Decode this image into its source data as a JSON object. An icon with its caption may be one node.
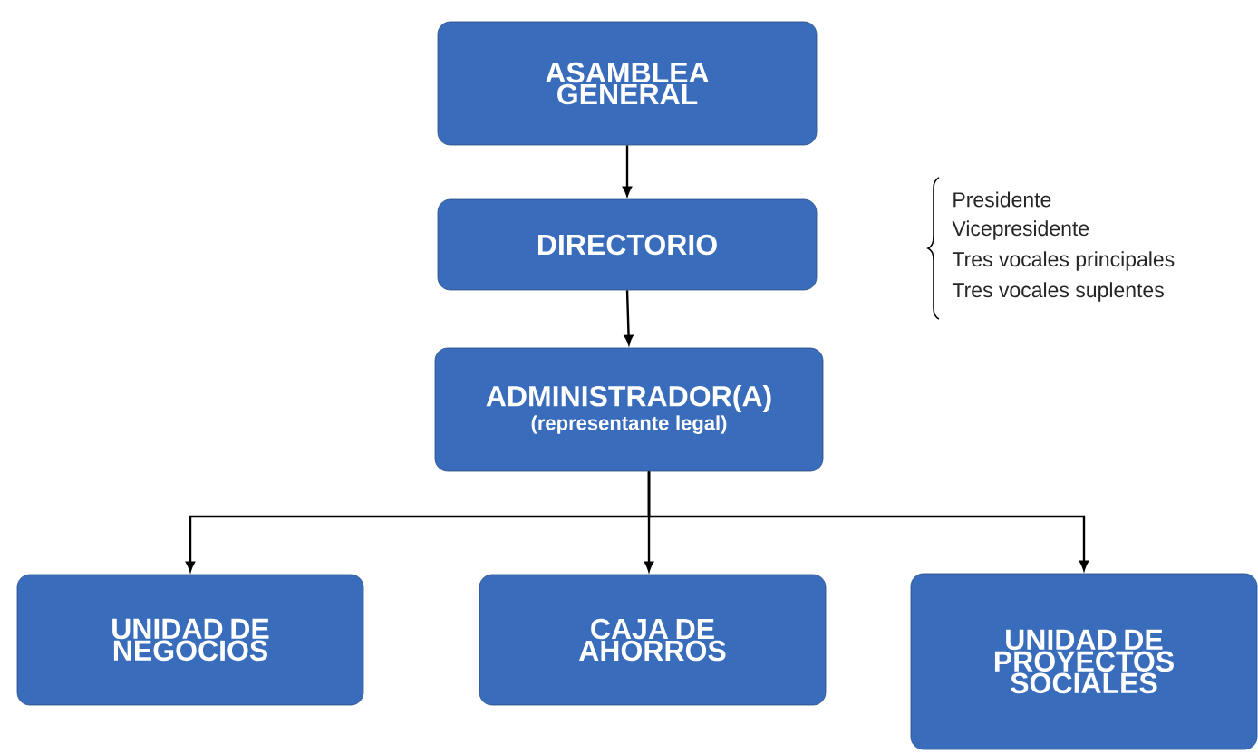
{
  "diagram": {
    "nodes": [
      {
        "text": [
          "ASAMBLEA GENERAL"
        ]
      },
      {
        "text": [
          "DIRECTORIO"
        ],
        "beside": [
          "Presidente",
          "Vicepresidente",
          "Tres vocales principales",
          "Tres vocales suplentes"
        ]
      },
      {
        "text": [
          "ADMINISTRADOR(A)",
          "(representante legal)"
        ]
      },
      {
        "text": [
          "UNIDAD DE NEGOCIOS"
        ]
      },
      {
        "text": [
          "CAJA DE AHORROS"
        ]
      },
      {
        "text": [
          "UNIDAD DE PROYECTOS SOCIALES"
        ]
      }
    ],
    "edges": [
      {
        "from": 0,
        "to": 1,
        "arrow": "to"
      },
      {
        "from": 1,
        "to": 2,
        "arrow": "to"
      },
      {
        "from": 2,
        "to": 3,
        "arrow": "to"
      },
      {
        "from": 2,
        "to": 4,
        "arrow": "to"
      },
      {
        "from": 2,
        "to": 5,
        "arrow": "to"
      }
    ]
  }
}
